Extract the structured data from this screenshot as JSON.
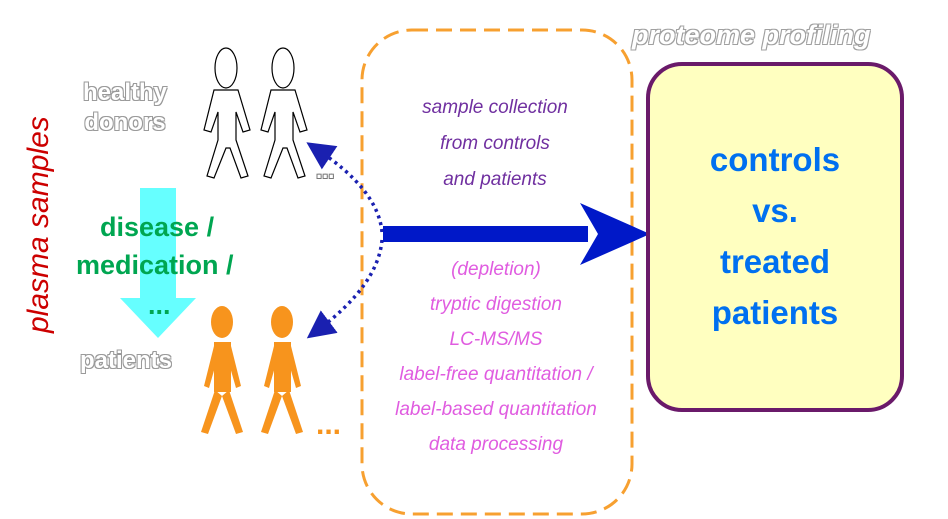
{
  "left_label": "plasma samples",
  "groups": {
    "healthy": "healthy donors",
    "patients": "patients"
  },
  "transition": {
    "line1": "disease /",
    "line2": "medication /",
    "line3": "..."
  },
  "ellipsis_healthy": "...",
  "ellipsis_patients": "...",
  "process": {
    "title": "proteome profiling",
    "collection": [
      "sample collection",
      "from controls",
      "and patients"
    ],
    "steps": [
      "(depletion)",
      "tryptic digestion",
      "LC-MS/MS",
      "label-free quantitation /",
      "label-based quantitation",
      "data processing"
    ]
  },
  "result": [
    "controls",
    "vs.",
    "treated",
    "patients"
  ],
  "colors": {
    "orange": "#f7941d",
    "blue": "#0018c8",
    "cyan": "#66ffff",
    "result_fill": "#ffffc0",
    "result_border": "#6a1a6a",
    "dashed": "#f7a030"
  }
}
